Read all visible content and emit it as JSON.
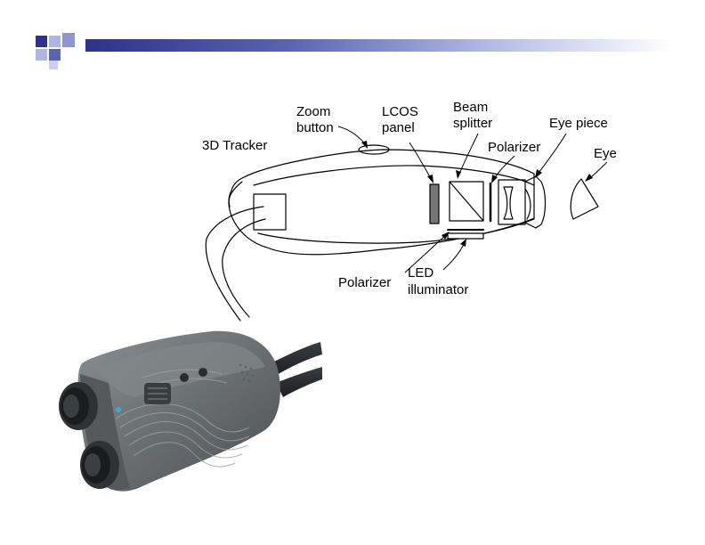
{
  "colors": {
    "accent_dark": "#2c3388",
    "accent_mid": "#5a64b3",
    "accent_light": "#aeb4e4",
    "device_body": "#6f7477",
    "device_dark": "#2f3234"
  },
  "diagram": {
    "labels": {
      "zoom_line1": "Zoom",
      "zoom_line2": "button",
      "lcos_line1": "LCOS",
      "lcos_line2": "panel",
      "beam_line1": "Beam",
      "beam_line2": "splitter",
      "polarizer_top": "Polarizer",
      "eye_piece": "Eye piece",
      "eye": "Eye",
      "tracker": "3D Tracker",
      "polarizer_bottom": "Polarizer",
      "led_line1": "LED",
      "led_line2": "illuminator"
    }
  },
  "photo": {
    "subject": "head-mounted-display-device",
    "icons": [
      "zoom-wheel-icon",
      "button-icon",
      "status-led-icon"
    ]
  }
}
